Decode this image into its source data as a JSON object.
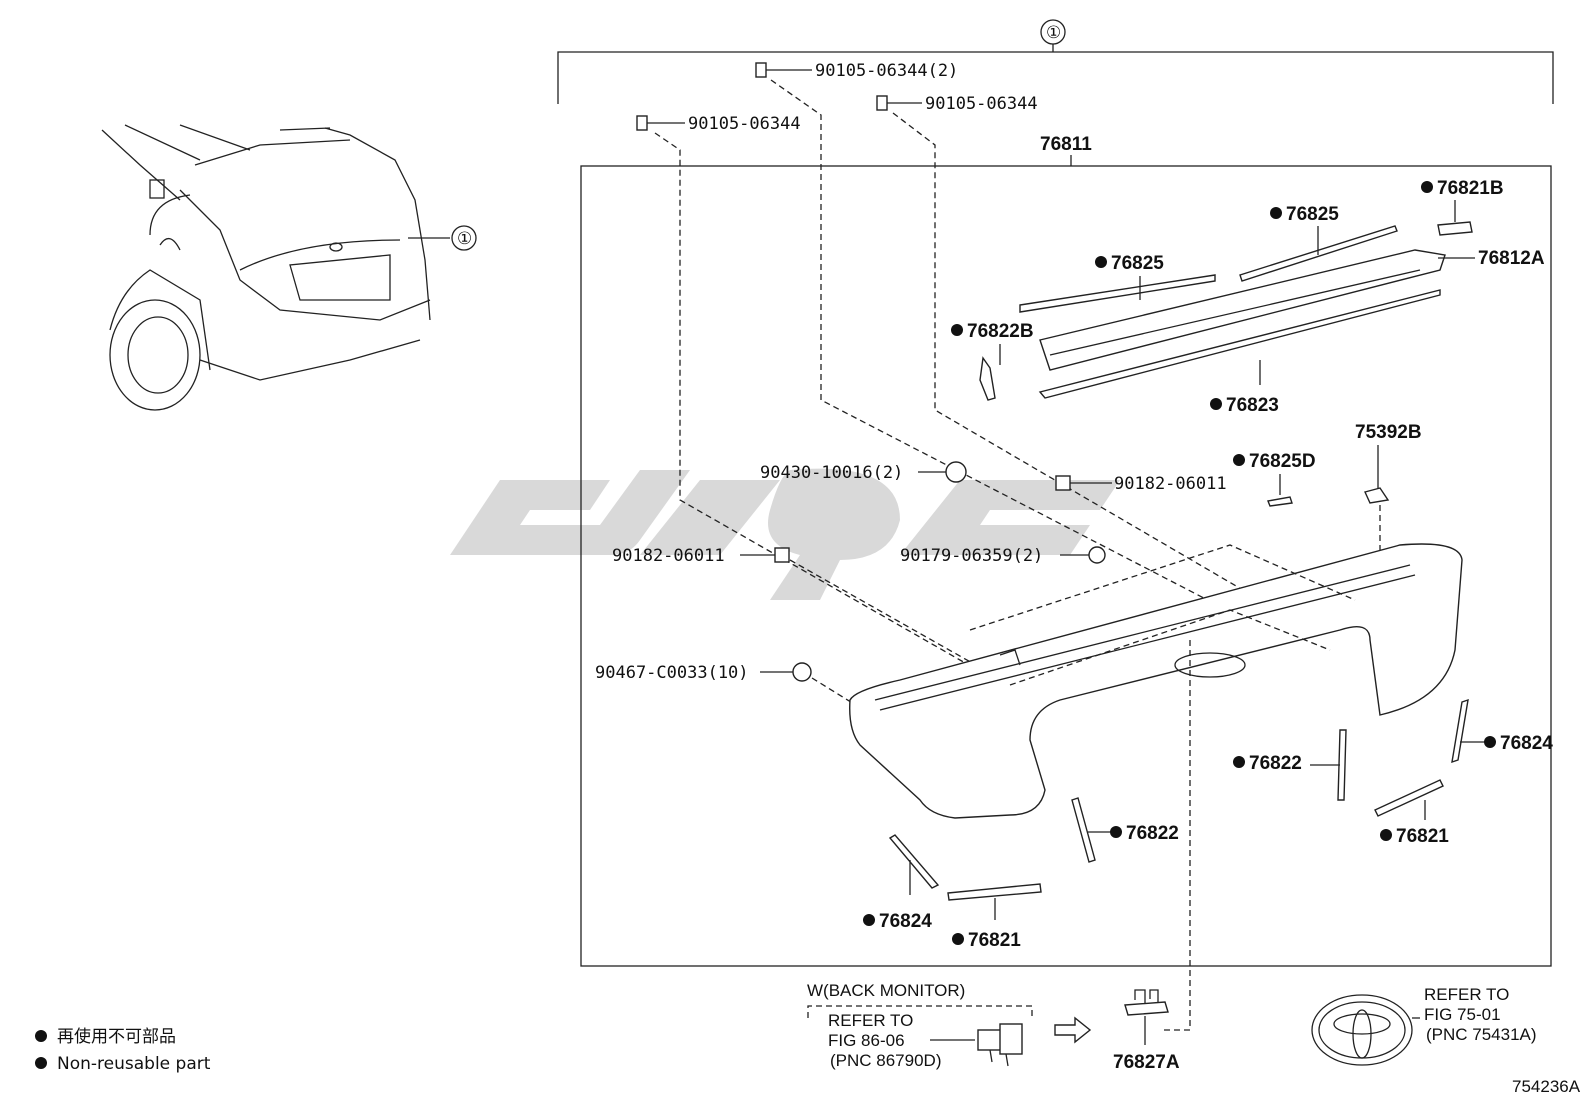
{
  "assembly_ref": "①",
  "main_part": "76811",
  "parts": {
    "bolt_a": "90105-06344(2)",
    "bolt_b": "90105-06344",
    "bolt_c": "90105-06344",
    "p76821B": "76821B",
    "p76825_top": "76825",
    "p76825_left": "76825",
    "p76812A": "76812A",
    "p76822B": "76822B",
    "p76823": "76823",
    "p75392B": "75392B",
    "p76825D": "76825D",
    "washer": "90430-10016(2)",
    "nut_right": "90182-06011",
    "nut_left": "90182-06011",
    "clip": "90179-06359(2)",
    "retainer": "90467-C0033(10)",
    "p76824_right": "76824",
    "p76822_right": "76822",
    "p76822_mid": "76822",
    "p76821_right": "76821",
    "p76824_left": "76824",
    "p76821_left": "76821",
    "p76827A": "76827A"
  },
  "back_monitor": {
    "title": "W(BACK MONITOR)",
    "refer_line1": "REFER TO",
    "refer_line2": "FIG 86-06",
    "refer_line3": "(PNC 86790D)"
  },
  "emblem_ref": {
    "refer_line1": "REFER TO",
    "refer_line2": "FIG 75-01",
    "refer_line3": "(PNC 75431A)"
  },
  "legend": {
    "line1": "再使用不可部品",
    "line2": "Non-reusable part"
  },
  "figure_code": "754236A",
  "watermark_text": "",
  "icons": [
    "bullet-dot-icon",
    "arrow-right-icon",
    "toyota-emblem-icon",
    "camera-icon",
    "car-rear-icon"
  ]
}
